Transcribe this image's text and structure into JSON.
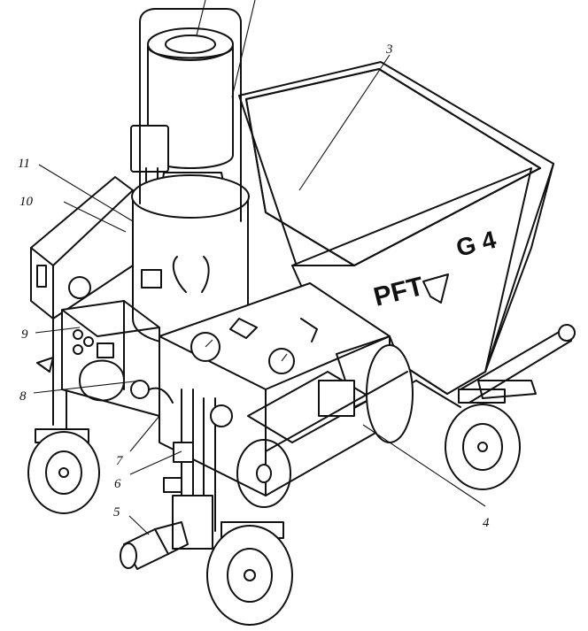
{
  "brand": {
    "maker": "PFT",
    "model": "G 4"
  },
  "callouts": [
    "3",
    "4",
    "5",
    "6",
    "7",
    "8",
    "9",
    "10",
    "11"
  ]
}
